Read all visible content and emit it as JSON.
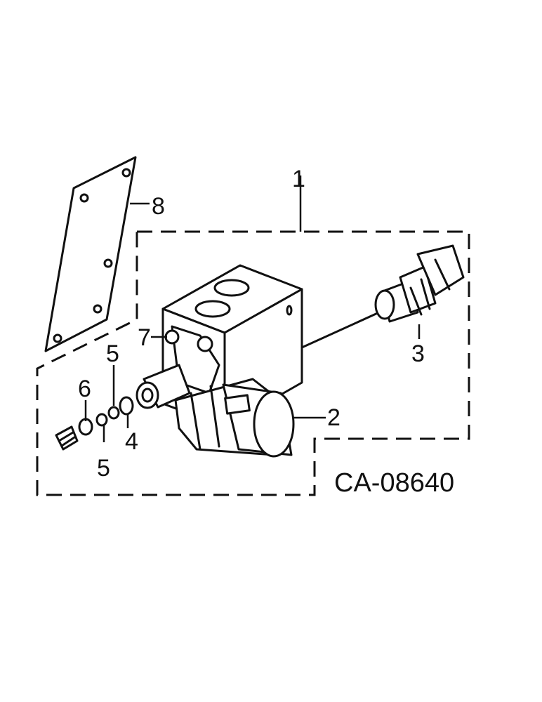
{
  "figure": {
    "drawing_code": "CA-08640",
    "callouts": {
      "c1": "1",
      "c2": "2",
      "c3": "3",
      "c4": "4",
      "c5a": "5",
      "c5b": "5",
      "c6": "6",
      "c7": "7",
      "c8": "8"
    }
  }
}
